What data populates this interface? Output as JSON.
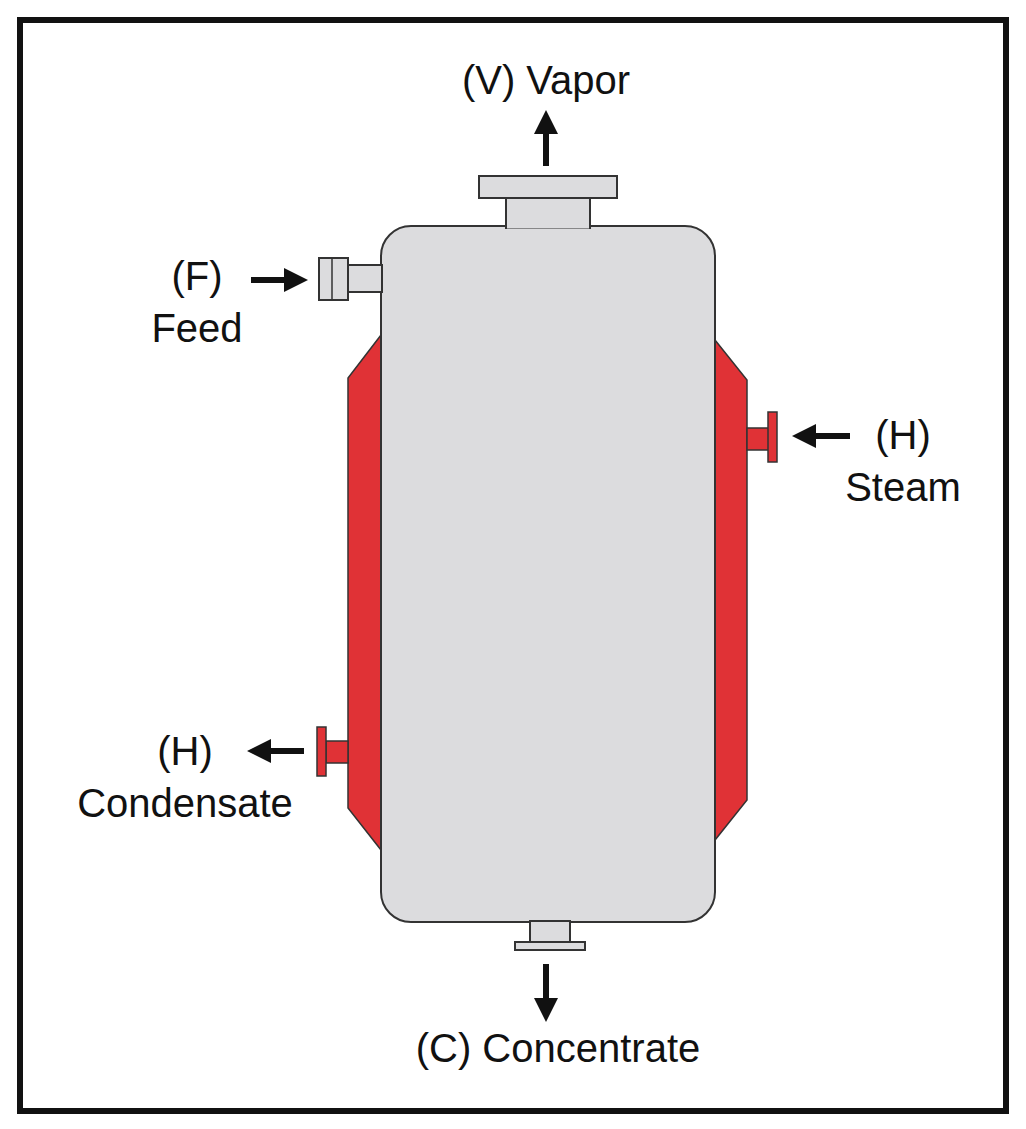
{
  "diagram": {
    "labels": [
      "(V) Vapor",
      "(F) Feed",
      "(H) Steam",
      "(H) Condensate",
      "(C) Concentrate"
    ]
  }
}
